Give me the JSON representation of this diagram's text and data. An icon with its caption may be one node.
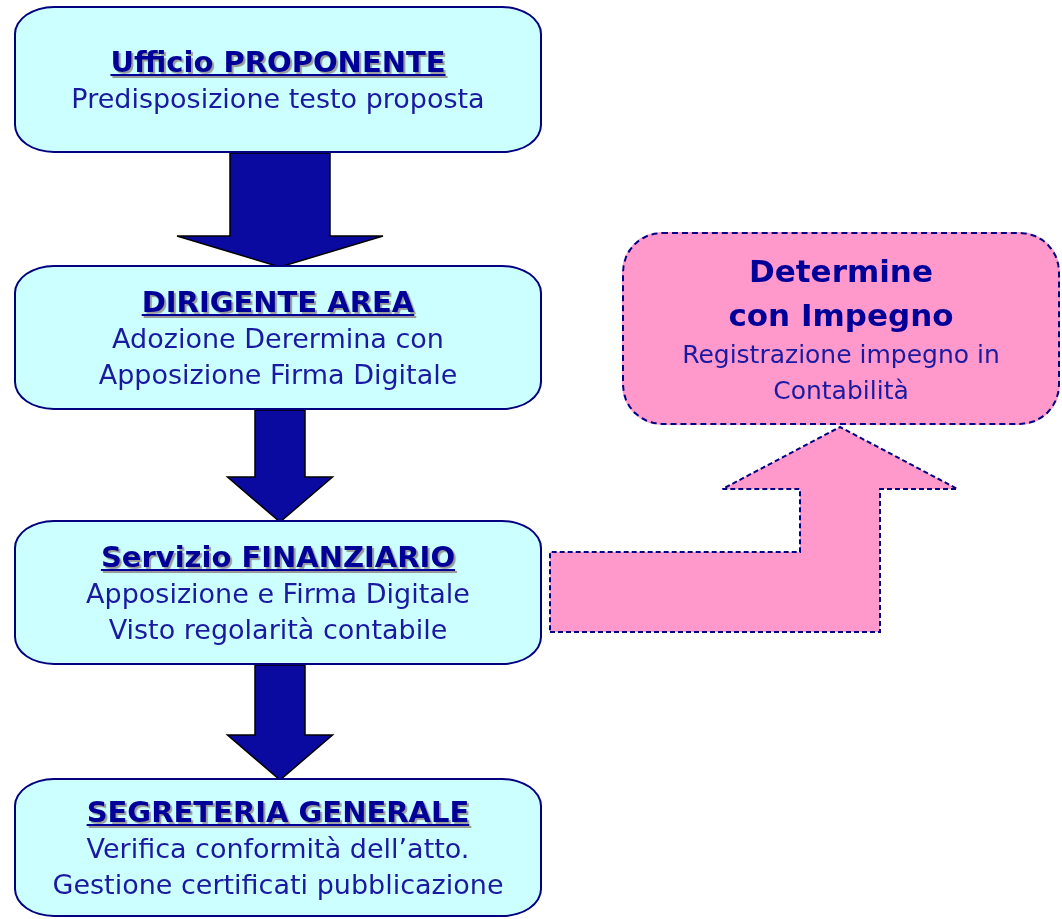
{
  "diagram": {
    "nodes": [
      {
        "text": [
          "Ufficio PROPONENTE",
          "Predisposizione testo proposta"
        ]
      },
      {
        "text": [
          "DIRIGENTE AREA",
          "Adozione Derermina con Apposizione Firma Digitale"
        ]
      },
      {
        "text": [
          "Servizio FINANZIARIO",
          "Apposizione e Firma Digitale Visto regolarità contabile"
        ]
      },
      {
        "text": [
          "SEGRETERIA GENERALE",
          "Verifica conformità dell’atto. Gestione certificati pubblicazione"
        ]
      },
      {
        "text": [
          "Determine con Impegno",
          "Registrazione impegno in Contabilità"
        ]
      }
    ],
    "edges": [
      {
        "from": 0,
        "to": 1,
        "arrow": "to"
      },
      {
        "from": 1,
        "to": 2,
        "arrow": "to"
      },
      {
        "from": 2,
        "to": 3,
        "arrow": "to"
      },
      {
        "from": 2,
        "to": 4,
        "arrow": "to",
        "style": "dashed",
        "color": "#ff99cc"
      }
    ]
  }
}
